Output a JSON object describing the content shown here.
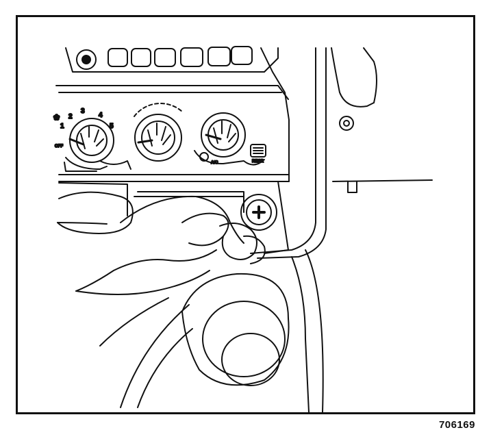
{
  "figure": {
    "id_label": "706169"
  },
  "panel": {
    "fan_speeds": [
      "1",
      "2",
      "3",
      "4",
      "5"
    ],
    "fan_off": "OFF",
    "ac_label": "A/C",
    "rear_label": "REAR"
  },
  "colors": {
    "ink": "#111111",
    "paper": "#ffffff"
  }
}
